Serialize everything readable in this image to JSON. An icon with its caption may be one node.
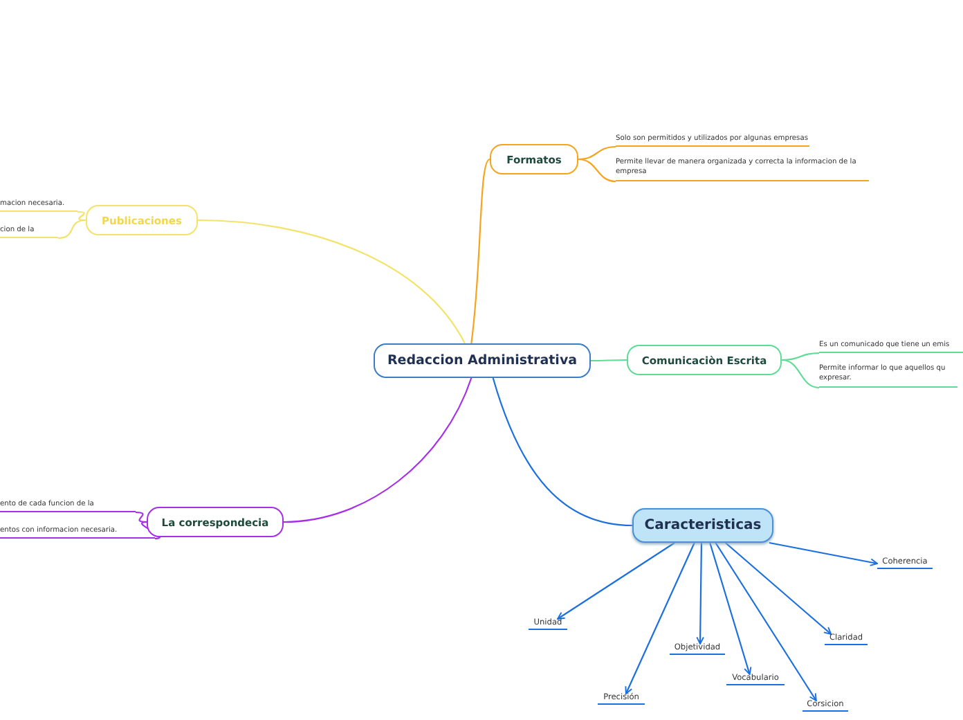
{
  "diagram": {
    "nodes": [
      {
        "text": [
          "Redaccion Administrativa"
        ]
      },
      {
        "text": [
          "Formatos"
        ]
      },
      {
        "text": [
          "Solo son permitidos y utilizados por algunas empresas"
        ]
      },
      {
        "text": [
          "Permite llevar de manera organizada y correcta la informacion de la empresa"
        ]
      },
      {
        "text": [
          "Publicaciones"
        ]
      },
      {
        "text": [
          "macion necesaria."
        ]
      },
      {
        "text": [
          "cion de la"
        ]
      },
      {
        "text": [
          "Comunicaciòn Escrita"
        ]
      },
      {
        "text": [
          "Es un comunicado que tiene un emis"
        ]
      },
      {
        "text": [
          "Permite informar lo que aquellos qu expresar."
        ]
      },
      {
        "text": [
          "La correspondecia"
        ]
      },
      {
        "text": [
          "ento de cada funcion de la"
        ]
      },
      {
        "text": [
          "entos con informacion necesaria."
        ]
      },
      {
        "text": [
          "Caracteristicas"
        ]
      },
      {
        "text": [
          "Coherencia"
        ]
      },
      {
        "text": [
          "Unidad"
        ]
      },
      {
        "text": [
          "Objetividad"
        ]
      },
      {
        "text": [
          "Claridad"
        ]
      },
      {
        "text": [
          "Vocabulario"
        ]
      },
      {
        "text": [
          "Precisión"
        ]
      },
      {
        "text": [
          "Corsicion"
        ]
      }
    ],
    "edges": [
      {
        "from": 0,
        "to": 1,
        "arrow": "none",
        "color": "#f7a41d"
      },
      {
        "from": 0,
        "to": 4,
        "arrow": "none",
        "color": "#f3e36a"
      },
      {
        "from": 0,
        "to": 7,
        "arrow": "none",
        "color": "#5ddc95"
      },
      {
        "from": 0,
        "to": 10,
        "arrow": "none",
        "color": "#a62ee8"
      },
      {
        "from": 0,
        "to": 13,
        "arrow": "none"
      },
      {
        "from": 1,
        "to": 2,
        "arrow": "none",
        "color": "#f7a41d"
      },
      {
        "from": 1,
        "to": 3,
        "arrow": "none",
        "color": "#f7a41d"
      },
      {
        "from": 4,
        "to": 5,
        "arrow": "none",
        "color": "#f3e36a"
      },
      {
        "from": 4,
        "to": 6,
        "arrow": "none",
        "color": "#f3e36a"
      },
      {
        "from": 7,
        "to": 8,
        "arrow": "none",
        "color": "#5ddc95"
      },
      {
        "from": 7,
        "to": 9,
        "arrow": "none",
        "color": "#5ddc95"
      },
      {
        "from": 10,
        "to": 11,
        "arrow": "none",
        "color": "#a62ee8"
      },
      {
        "from": 10,
        "to": 12,
        "arrow": "none",
        "color": "#a62ee8"
      },
      {
        "from": 13,
        "to": 14,
        "arrow": "to"
      },
      {
        "from": 13,
        "to": 15,
        "arrow": "to"
      },
      {
        "from": 13,
        "to": 16,
        "arrow": "to"
      },
      {
        "from": 13,
        "to": 17,
        "arrow": "to"
      },
      {
        "from": 13,
        "to": 18,
        "arrow": "to"
      },
      {
        "from": 13,
        "to": 19,
        "arrow": "to"
      },
      {
        "from": 13,
        "to": 20,
        "arrow": "to"
      }
    ]
  }
}
